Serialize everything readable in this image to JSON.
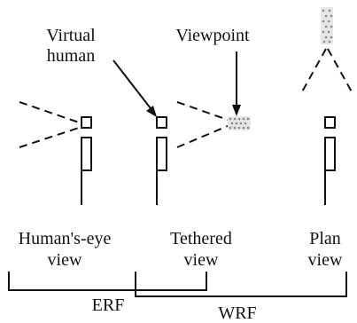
{
  "labels": {
    "virtual_human_line1": "Virtual",
    "virtual_human_line2": "human",
    "viewpoint": "Viewpoint",
    "humans_eye_line1": "Human's-eye",
    "humans_eye_line2": "view",
    "tethered_line1": "Tethered",
    "tethered_line2": "view",
    "plan_line1": "Plan",
    "plan_line2": "view",
    "erf": "ERF",
    "wrf": "WRF"
  }
}
